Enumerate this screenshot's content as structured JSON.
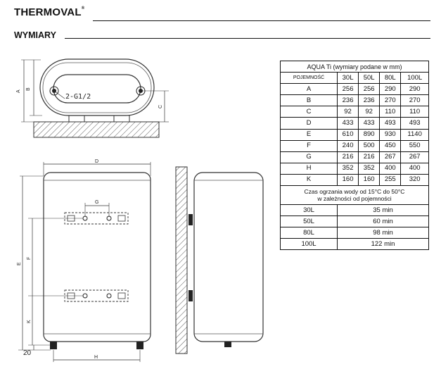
{
  "header": {
    "brand": "THERMOVAL",
    "brand_mark": "®",
    "section_title": "WYMIARY"
  },
  "diagram": {
    "labels": {
      "A": "A",
      "B": "B",
      "C": "C",
      "D": "D",
      "E": "E",
      "F": "F",
      "G": "G",
      "H": "H",
      "K": "K"
    },
    "connection": "2-G1/2",
    "offset_value": "20"
  },
  "table": {
    "title": "AQUA Ti (wymiary podane w mm)",
    "col_header": "POJEMNOŚĆ",
    "columns": [
      "30L",
      "50L",
      "80L",
      "100L"
    ],
    "rows": [
      {
        "label": "A",
        "values": [
          "256",
          "256",
          "290",
          "290"
        ]
      },
      {
        "label": "B",
        "values": [
          "236",
          "236",
          "270",
          "270"
        ]
      },
      {
        "label": "C",
        "values": [
          "92",
          "92",
          "110",
          "110"
        ]
      },
      {
        "label": "D",
        "values": [
          "433",
          "433",
          "493",
          "493"
        ]
      },
      {
        "label": "E",
        "values": [
          "610",
          "890",
          "930",
          "1140"
        ]
      },
      {
        "label": "F",
        "values": [
          "240",
          "500",
          "450",
          "550"
        ]
      },
      {
        "label": "G",
        "values": [
          "216",
          "216",
          "267",
          "267"
        ]
      },
      {
        "label": "H",
        "values": [
          "352",
          "352",
          "400",
          "400"
        ]
      },
      {
        "label": "K",
        "values": [
          "160",
          "160",
          "255",
          "320"
        ]
      }
    ],
    "heating_note_line1": "Czas ogrzania wody od 15°C do 50°C",
    "heating_note_line2": "w zależności od pojemności",
    "heating_times": [
      {
        "capacity": "30L",
        "time": "35 min"
      },
      {
        "capacity": "50L",
        "time": "60 min"
      },
      {
        "capacity": "80L",
        "time": "98 min"
      },
      {
        "capacity": "100L",
        "time": "122 min"
      }
    ]
  }
}
